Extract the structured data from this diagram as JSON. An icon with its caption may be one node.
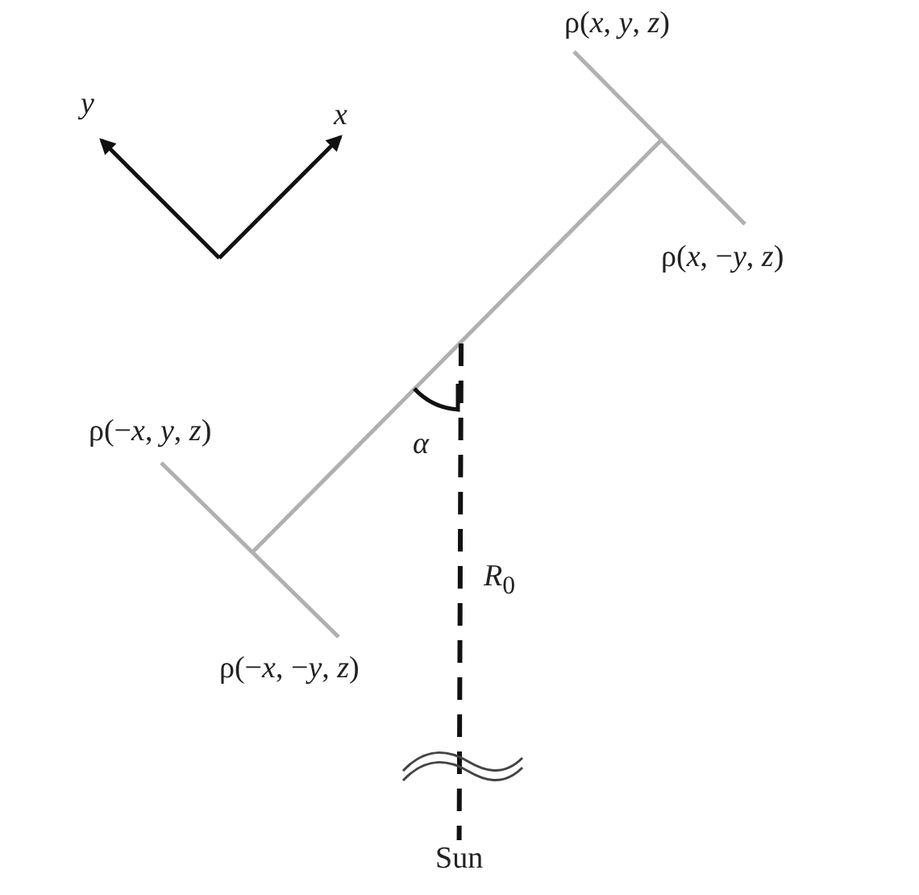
{
  "diagram": {
    "nodes": [
      {
        "text": [
          "Sun"
        ]
      },
      {
        "text": [],
        "shape": "bar"
      }
    ],
    "edges": [
      {
        "from": 1,
        "to": 0,
        "arrow": "none",
        "style": "dashed"
      }
    ],
    "labels": [
      "*y*",
      "*x*",
      "ρ(*x*, *y*, *z*)",
      "ρ(*x*, −*y*, *z*)",
      "ρ(−*x*, *y*, *z*)",
      "*α*",
      "*R*$_{0}$",
      "ρ(−*x*, −*y*, *z*)"
    ]
  }
}
